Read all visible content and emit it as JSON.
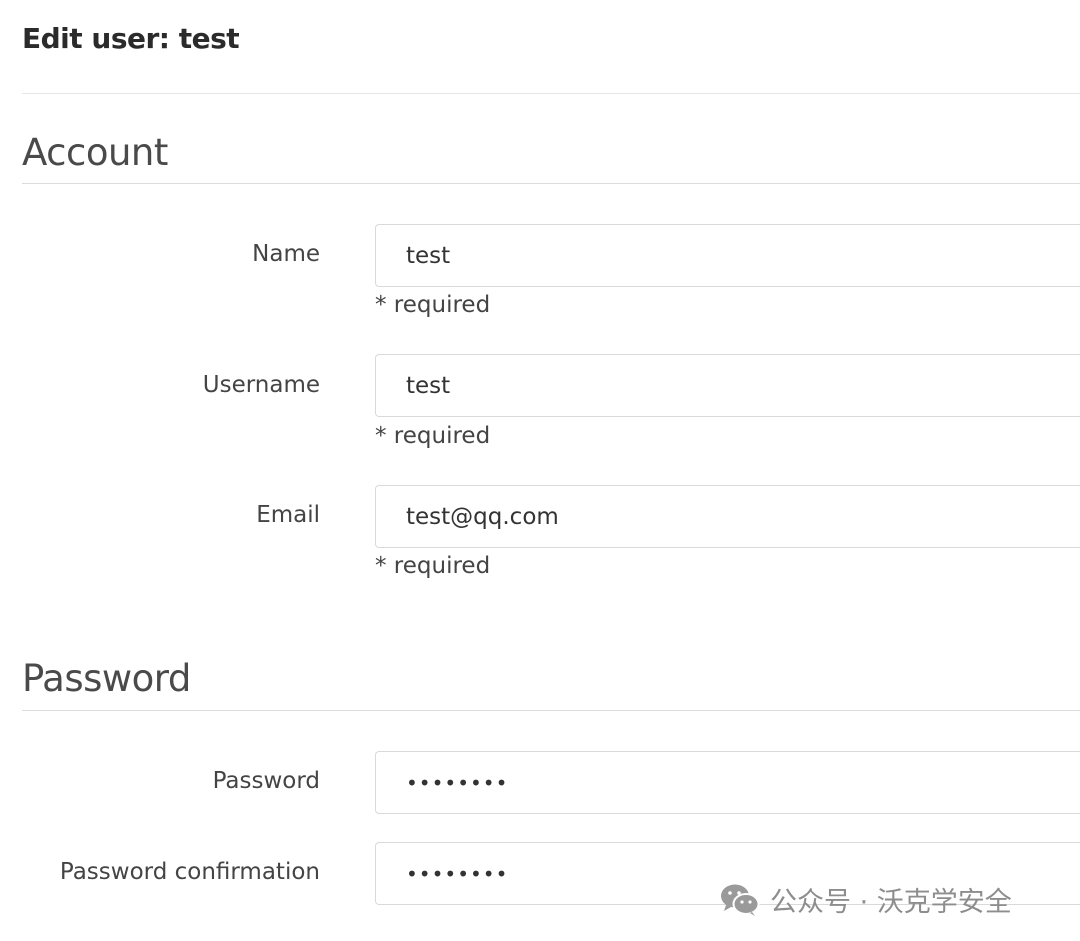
{
  "page": {
    "title": "Edit user: test"
  },
  "sections": {
    "account": {
      "heading": "Account",
      "fields": {
        "name": {
          "label": "Name",
          "value": "test",
          "help": "* required"
        },
        "username": {
          "label": "Username",
          "value": "test",
          "help": "* required"
        },
        "email": {
          "label": "Email",
          "value": "test@qq.com",
          "help": "* required"
        }
      }
    },
    "password": {
      "heading": "Password",
      "fields": {
        "password": {
          "label": "Password",
          "value": "••••••••"
        },
        "password_confirmation": {
          "label": "Password confirmation",
          "value": "••••••••"
        }
      }
    }
  },
  "watermark": {
    "text": "公众号 · 沃克学安全",
    "icon": "wechat-icon"
  }
}
